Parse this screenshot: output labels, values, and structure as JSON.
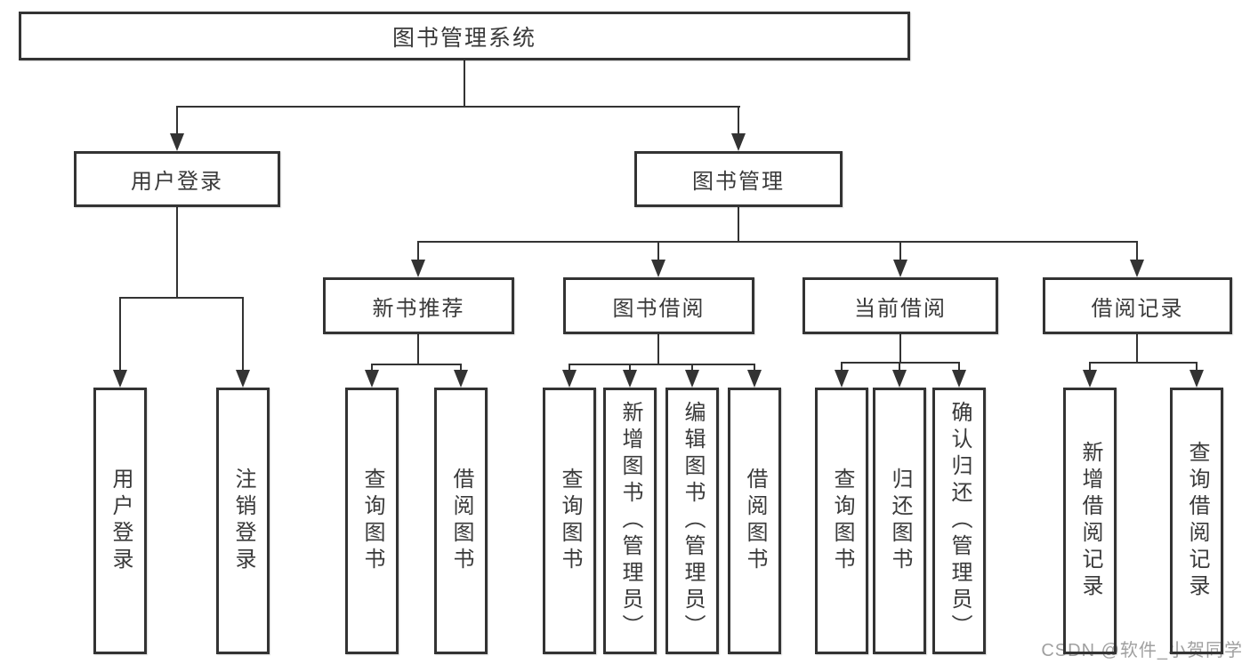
{
  "nodes": {
    "root": "图书管理系统",
    "user_login": "用户登录",
    "book_mgmt": "图书管理",
    "new_book_rec": "新书推荐",
    "book_borrow": "图书借阅",
    "current_borrow": "当前借阅",
    "borrow_record": "借阅记录",
    "leaf_user_login": "用户登录",
    "leaf_logout": "注销登录",
    "nb_query_book": "查询图书",
    "nb_borrow_book": "借阅图书",
    "bb_query_book": "查询图书",
    "bb_add_book": "新增图书（管理员）",
    "bb_edit_book": "编辑图书（管理员）",
    "bb_borrow_book": "借阅图书",
    "cb_query_book": "查询图书",
    "cb_return_book": "归还图书",
    "cb_confirm_return": "确认归还（管理员）",
    "br_add_record": "新增借阅记录",
    "br_query_record": "查询借阅记录"
  },
  "hierarchy": {
    "图书管理系统": {
      "用户登录": [
        "用户登录",
        "注销登录"
      ],
      "图书管理": {
        "新书推荐": [
          "查询图书",
          "借阅图书"
        ],
        "图书借阅": [
          "查询图书",
          "新增图书（管理员）",
          "编辑图书（管理员）",
          "借阅图书"
        ],
        "当前借阅": [
          "查询图书",
          "归还图书",
          "确认归还（管理员）"
        ],
        "借阅记录": [
          "新增借阅记录",
          "查询借阅记录"
        ]
      }
    }
  },
  "watermark": "CSDN @软件_小贺同学",
  "colors": {
    "line": "#333333",
    "text": "#3a3a3a",
    "watermark": "#a0a0a0",
    "background": "#ffffff"
  }
}
